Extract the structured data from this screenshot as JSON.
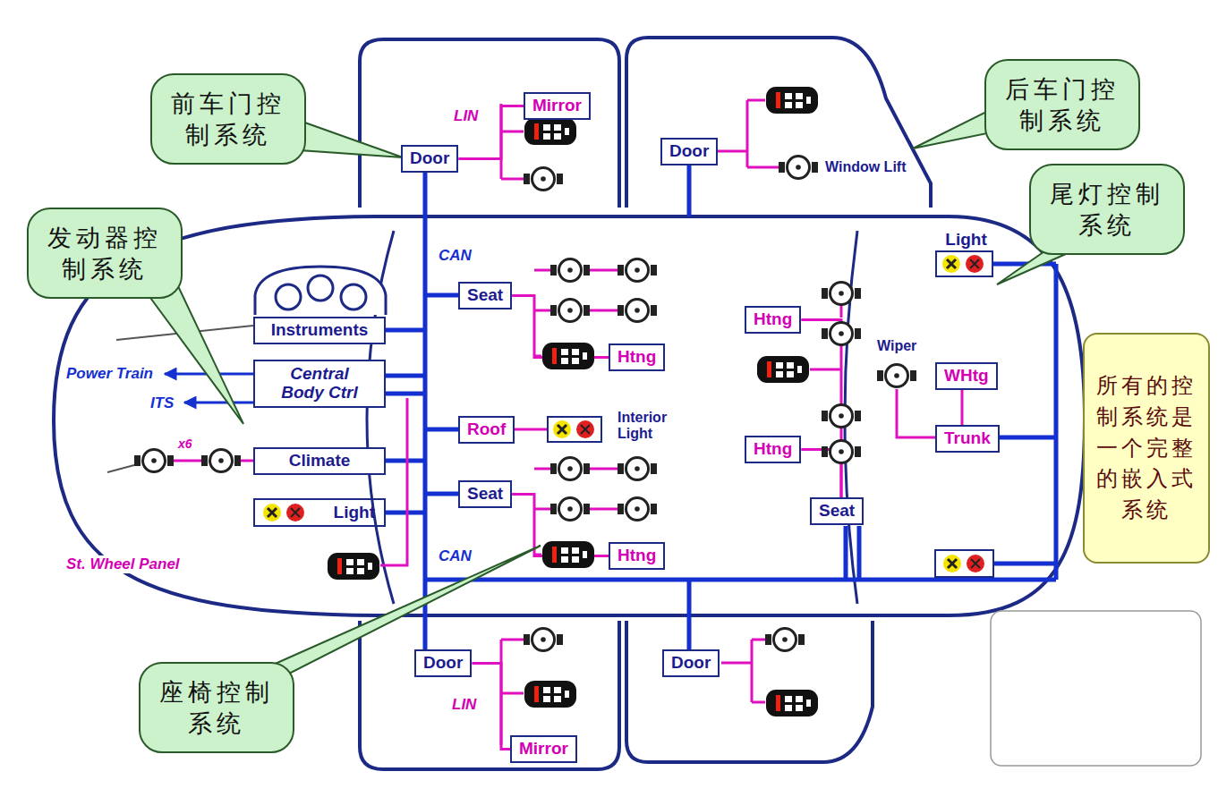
{
  "diagram": {
    "nodes": [
      {
        "text": [
          "前车门控制系统"
        ]
      },
      {
        "text": [
          "Mirror"
        ]
      },
      {
        "text": [
          "Door"
        ]
      },
      {
        "text": [
          "Door"
        ]
      },
      {
        "text": [
          "后车门控制系统"
        ]
      },
      {
        "text": [
          "发动器控制系统"
        ]
      },
      {
        "text": [
          "尾灯控制系统"
        ]
      },
      {
        "text": [
          "Light"
        ]
      },
      {
        "text": [
          "Instruments"
        ]
      },
      {
        "text": [
          "Seat"
        ]
      },
      {
        "text": [
          "Htng"
        ]
      },
      {
        "text": [
          "Htng"
        ]
      },
      {
        "text": [
          "WHtg"
        ]
      },
      {
        "text": [
          "Central Body Ctrl"
        ]
      },
      {
        "text": [
          "Roof"
        ]
      },
      {
        "text": [
          "所有的控制系统是一个完整的嵌入式系统"
        ]
      },
      {
        "text": [
          "Trunk"
        ]
      },
      {
        "text": [
          "Climate"
        ]
      },
      {
        "text": [
          "Seat"
        ]
      },
      {
        "text": [
          "Htng"
        ]
      },
      {
        "text": [
          "Htng"
        ]
      },
      {
        "text": [
          "Seat"
        ]
      },
      {
        "text": [
          "Light"
        ]
      },
      {
        "text": [
          "Door"
        ]
      },
      {
        "text": [
          "Door"
        ]
      },
      {
        "text": [
          "座椅控制系统"
        ]
      },
      {
        "text": [
          "Mirror"
        ]
      }
    ],
    "edges": [
      {
        "from": 2,
        "to": 1,
        "arrow": "none"
      },
      {
        "from": 9,
        "to": 10,
        "arrow": "none"
      },
      {
        "from": 18,
        "to": 20,
        "arrow": "none"
      },
      {
        "from": 11,
        "to": 21,
        "arrow": "none"
      },
      {
        "from": 19,
        "to": 21,
        "arrow": "none"
      },
      {
        "from": 16,
        "to": 12,
        "arrow": "none"
      },
      {
        "from": 23,
        "to": 26,
        "arrow": "none"
      }
    ],
    "labels": [
      "LIN",
      "CAN",
      "Power Train",
      "ITS",
      "x6",
      "Window Lift",
      "Interior Light",
      "Wiper",
      "St. Wheel Panel",
      "CAN",
      "LIN"
    ]
  }
}
